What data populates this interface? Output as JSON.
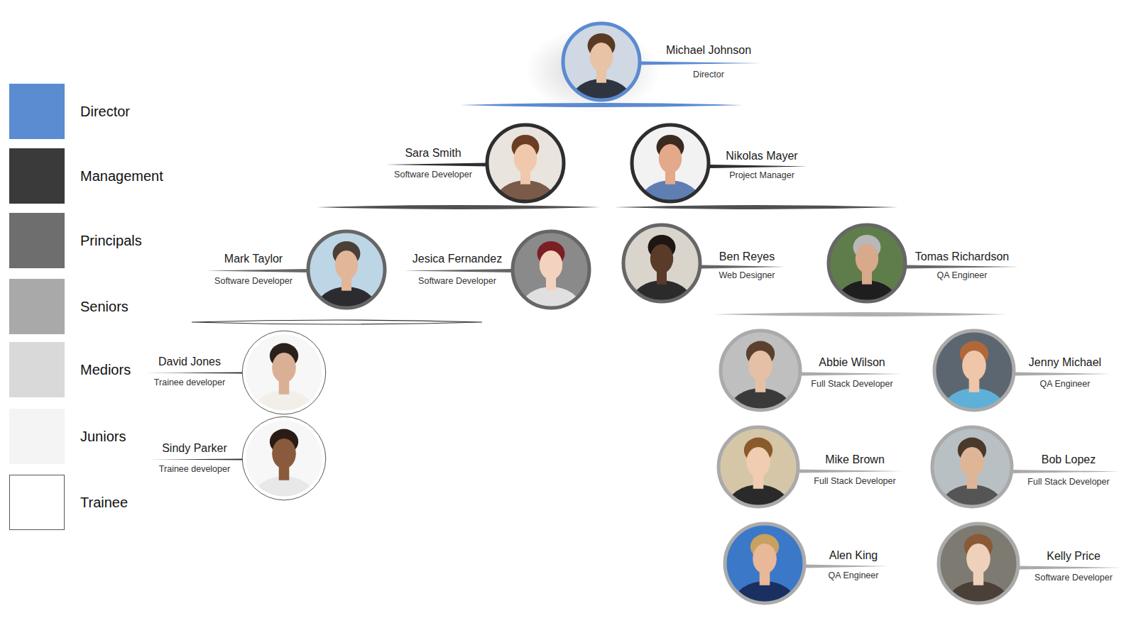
{
  "diagram": {
    "nodes": [
      {
        "text": [
          "Michael Johnson",
          "Director"
        ]
      },
      {
        "text": [
          "Sara Smith",
          "Software Developer"
        ]
      },
      {
        "text": [
          "Nikolas Mayer",
          "Project Manager"
        ]
      },
      {
        "text": [
          "Mark Taylor",
          "Software Developer"
        ]
      },
      {
        "text": [
          "Jesica Fernandez",
          "Software Developer"
        ]
      },
      {
        "text": [
          "Ben Reyes",
          "Web Designer"
        ]
      },
      {
        "text": [
          "Tomas Richardson",
          "QA Engineer"
        ]
      },
      {
        "text": [
          "David Jones",
          "Trainee developer"
        ]
      },
      {
        "text": [
          "Sindy Parker",
          "Trainee developer"
        ]
      },
      {
        "text": [
          "Abbie Wilson",
          "Full Stack Developer"
        ]
      },
      {
        "text": [
          "Jenny Michael",
          "QA Engineer"
        ]
      },
      {
        "text": [
          "Mike Brown",
          "Full Stack Developer"
        ]
      },
      {
        "text": [
          "Bob Lopez",
          "Full Stack Developer"
        ]
      },
      {
        "text": [
          "Alen King",
          "QA Engineer"
        ]
      },
      {
        "text": [
          "Kelly Price",
          "Software Developer"
        ]
      }
    ],
    "legend": [
      {
        "text": "Director",
        "color": "#5b8bd0"
      },
      {
        "text": "Management",
        "color": "#3a3a3a"
      },
      {
        "text": "Principals",
        "color": "#6e6e6e"
      },
      {
        "text": "Seniors",
        "color": "#a9a9a9"
      },
      {
        "text": "Mediors",
        "color": "#d9d9d9"
      },
      {
        "text": "Juniors",
        "color": "#f4f4f4"
      },
      {
        "text": "Trainee",
        "color": "#ffffff"
      }
    ]
  }
}
